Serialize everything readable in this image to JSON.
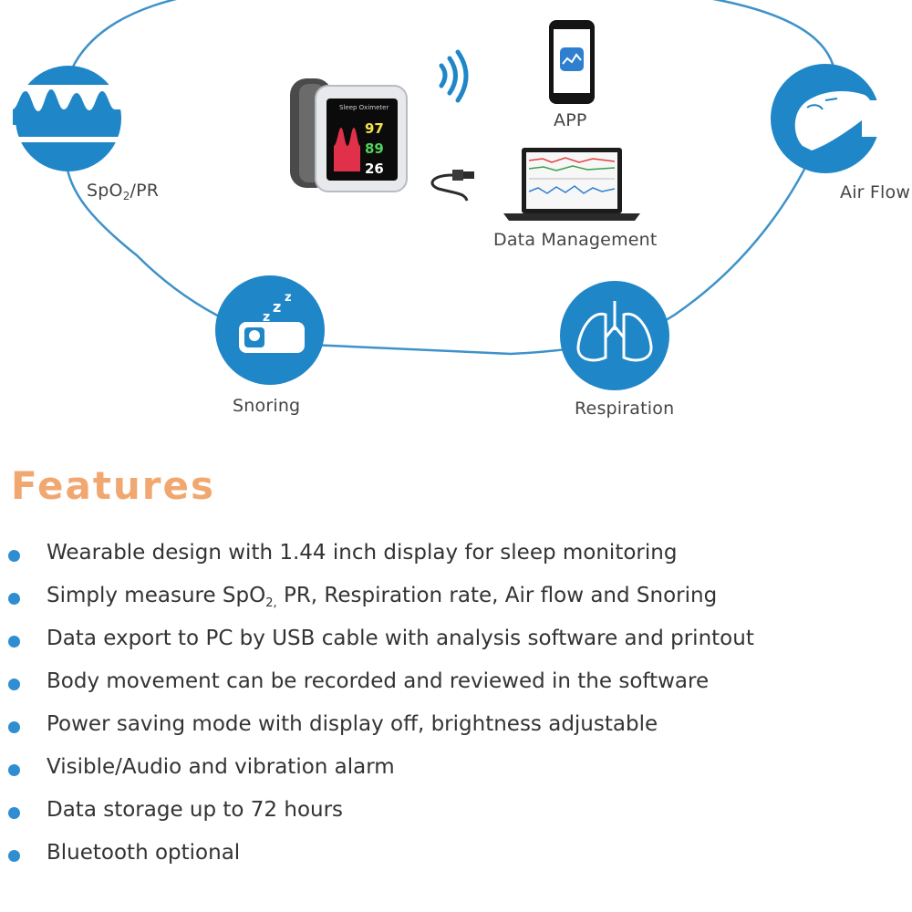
{
  "diagram": {
    "labels": {
      "spo2_main": "SpO",
      "spo2_sub": "2",
      "spo2_rest": "/PR",
      "airflow": "Air Flow",
      "app": "APP",
      "data_management": "Data Management",
      "snoring": "Snoring",
      "respiration": "Respiration"
    },
    "device_screen": {
      "title": "Sleep Oximeter",
      "spo2_value": "97",
      "pr_value": "89",
      "rr_value": "26"
    },
    "colors": {
      "accent_blue": "#1f86c8",
      "orbit_line": "#3d92c9"
    },
    "icons": [
      "wave-icon",
      "finger-icon",
      "snoring-bed-icon",
      "lungs-icon",
      "bluetooth-signal-icon",
      "usb-cable-icon",
      "smartphone-icon",
      "laptop-icon",
      "sleep-oximeter-device"
    ]
  },
  "features": {
    "title": "Features",
    "accent_color": "#f0a870",
    "bullet_color": "#2f8ed2",
    "items": [
      {
        "text": "Wearable design with 1.44 inch display for sleep monitoring"
      },
      {
        "pre": "Simply measure SpO",
        "sub": "2,",
        "post": " PR, Respiration rate, Air flow and Snoring"
      },
      {
        "text": "Data export to PC by USB cable with analysis software and printout"
      },
      {
        "text": "Body movement can be recorded and reviewed in the software"
      },
      {
        "text": "Power saving mode with display off, brightness adjustable"
      },
      {
        "text": "Visible/Audio and vibration alarm"
      },
      {
        "text": "Data storage up to 72 hours"
      },
      {
        "text": "Bluetooth optional"
      }
    ]
  }
}
